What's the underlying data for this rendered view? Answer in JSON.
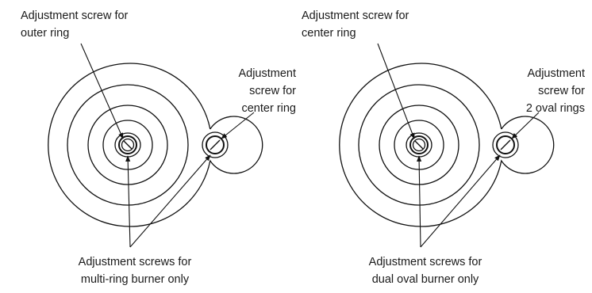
{
  "colors": {
    "line": "#111111",
    "text": "#1a1a1a",
    "background": "#ffffff"
  },
  "left_diagram": {
    "label_outer_line1": "Adjustment screw for",
    "label_outer_line2": "outer ring",
    "label_center_line1": "Adjustment",
    "label_center_line2": "screw for",
    "label_center_line3": "center ring",
    "label_bottom_line1": "Adjustment screws for",
    "label_bottom_line2": "multi-ring burner only"
  },
  "right_diagram": {
    "label_center_line1": "Adjustment screw for",
    "label_center_line2": "center ring",
    "label_oval_line1": "Adjustment",
    "label_oval_line2": "screw for",
    "label_oval_line3": "2 oval rings",
    "label_bottom_line1": "Adjustment screws for",
    "label_bottom_line2": "dual oval burner only"
  }
}
